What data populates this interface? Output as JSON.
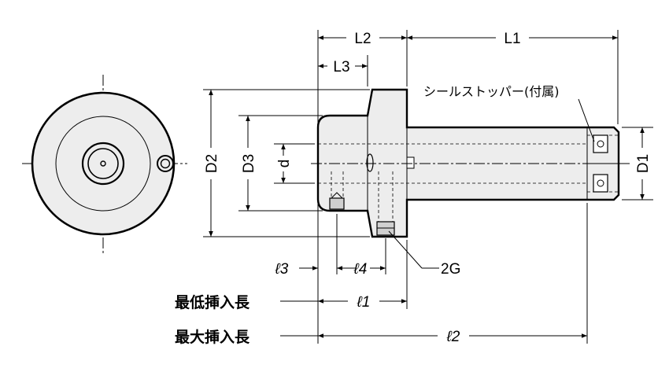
{
  "labels": {
    "L2": "L2",
    "L1": "L1",
    "L3": "L3",
    "D2": "D2",
    "D3": "D3",
    "d": "d",
    "D1": "D1",
    "l3": "ℓ3",
    "l4": "ℓ4",
    "G": "2G",
    "l1": "ℓ1",
    "l2": "ℓ2"
  },
  "notes": {
    "seal_stopper": "シールストッパー(付属)",
    "min_insert": "最低挿入長",
    "max_insert": "最大挿入長"
  }
}
